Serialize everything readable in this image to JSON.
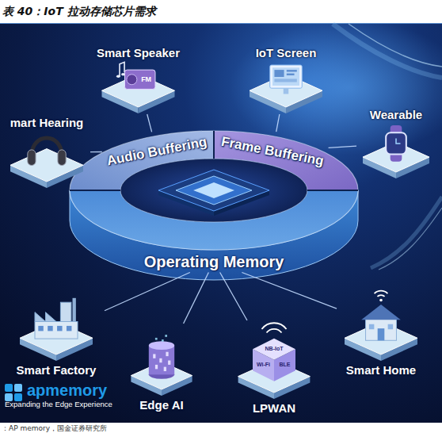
{
  "diagram": {
    "title": "表 40：IoT 拉动存储芯片需求",
    "caption": "：AP memory，国金证券研究所",
    "nodes": [
      {
        "text": [
          "Smart Speaker"
        ]
      },
      {
        "text": [
          "IoT Screen"
        ]
      },
      {
        "text": [
          "Wearable"
        ]
      },
      {
        "text": [
          "mart Hearing"
        ]
      },
      {
        "text": [
          "Audio Buffering"
        ]
      },
      {
        "text": [
          "Frame Buffering"
        ]
      },
      {
        "text": [
          "Operating Memory"
        ]
      },
      {
        "text": [
          "Smart Factory"
        ]
      },
      {
        "text": [
          "Smart Home"
        ]
      },
      {
        "text": [
          "Edge AI"
        ]
      },
      {
        "text": [
          "LPWAN"
        ]
      }
    ],
    "edges": [
      {
        "from": 0,
        "to": 4,
        "arrow": "none"
      },
      {
        "from": 3,
        "to": 4,
        "arrow": "none"
      },
      {
        "from": 1,
        "to": 5,
        "arrow": "none"
      },
      {
        "from": 2,
        "to": 5,
        "arrow": "none"
      },
      {
        "from": 7,
        "to": 6,
        "arrow": "none"
      },
      {
        "from": 9,
        "to": 6,
        "arrow": "none"
      },
      {
        "from": 10,
        "to": 6,
        "arrow": "none"
      },
      {
        "from": 8,
        "to": 6,
        "arrow": "none"
      }
    ],
    "labels": [
      "FM",
      "NB-IoT",
      "Wi-Fi",
      "BLE",
      "apmemory",
      "Expanding the Edge Experience"
    ]
  }
}
